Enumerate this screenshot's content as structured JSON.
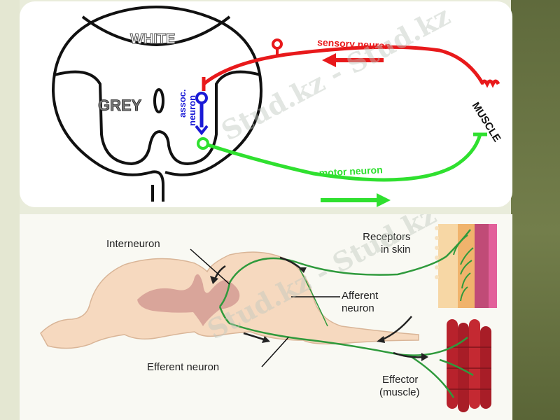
{
  "top_diagram": {
    "white_label": "WHITE",
    "grey_label": "GREY",
    "assoc_line1": "assoc.",
    "assoc_line2": "neuron",
    "sensory_label": "sensory neuron",
    "motor_label": "motor neuron",
    "muscle_label": "MUSCLE",
    "colors": {
      "sensory": "#e8191b",
      "motor": "#2fe02f",
      "assoc": "#1a1ad6",
      "outline": "#111111"
    }
  },
  "bottom_diagram": {
    "interneuron_label": "Interneuron",
    "receptors_line1": "Receptors",
    "receptors_line2": "in skin",
    "afferent_line1": "Afferent",
    "afferent_line2": "neuron",
    "efferent_label": "Efferent neuron",
    "effector_line1": "Effector",
    "effector_line2": "(muscle)",
    "colors": {
      "cord": "#f6d9bf",
      "grey_matter": "#d9a59a",
      "neuron": "#2f9a3c",
      "muscle": "#b8222c"
    }
  },
  "watermark": "Stud.kz - Stud.kz"
}
